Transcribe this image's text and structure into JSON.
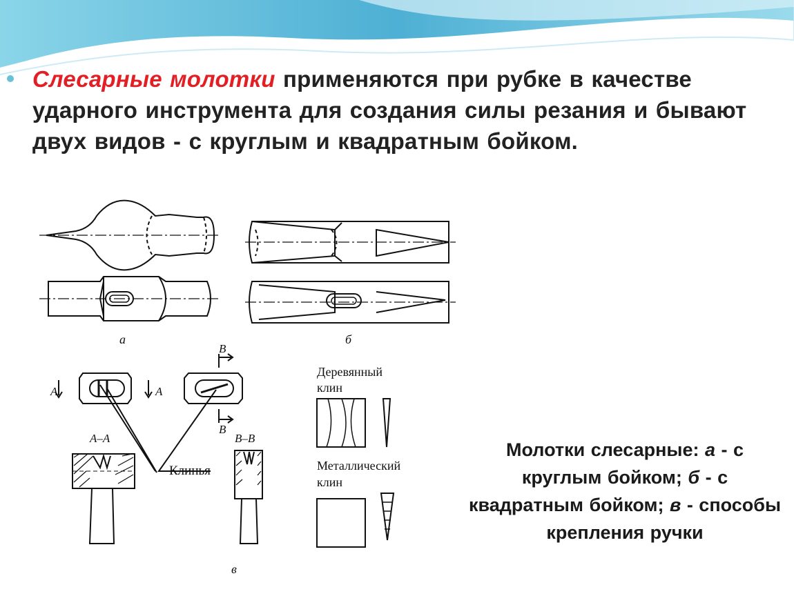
{
  "slide": {
    "heading": {
      "highlight": "Слесарные молотки",
      "rest": " применяются при рубке в качестве ударного инструмента для создания силы резания и бывают двух видов - с круглым и квадратным бойком."
    },
    "figure": {
      "label_a": "а",
      "label_b": "б",
      "label_v": "в",
      "section_a": "А",
      "section_v": "В",
      "section_aa": "А–А",
      "section_vv": "В–В",
      "wedges": "Клинья",
      "wood_wedge": [
        "Деревянный",
        "клин"
      ],
      "metal_wedge": [
        "Металлический",
        "клин"
      ]
    },
    "caption": {
      "part1": "Молотки слесарные: ",
      "a": "а",
      "part2": " - с круглым бойком; ",
      "b": "б",
      "part3": " - с квадратным бойком; ",
      "v": "в",
      "part4": " - способы крепления ручки"
    },
    "colors": {
      "accent": "#e31f26",
      "wave": "#4fb3d4",
      "bullet": "#66c2d6"
    }
  }
}
